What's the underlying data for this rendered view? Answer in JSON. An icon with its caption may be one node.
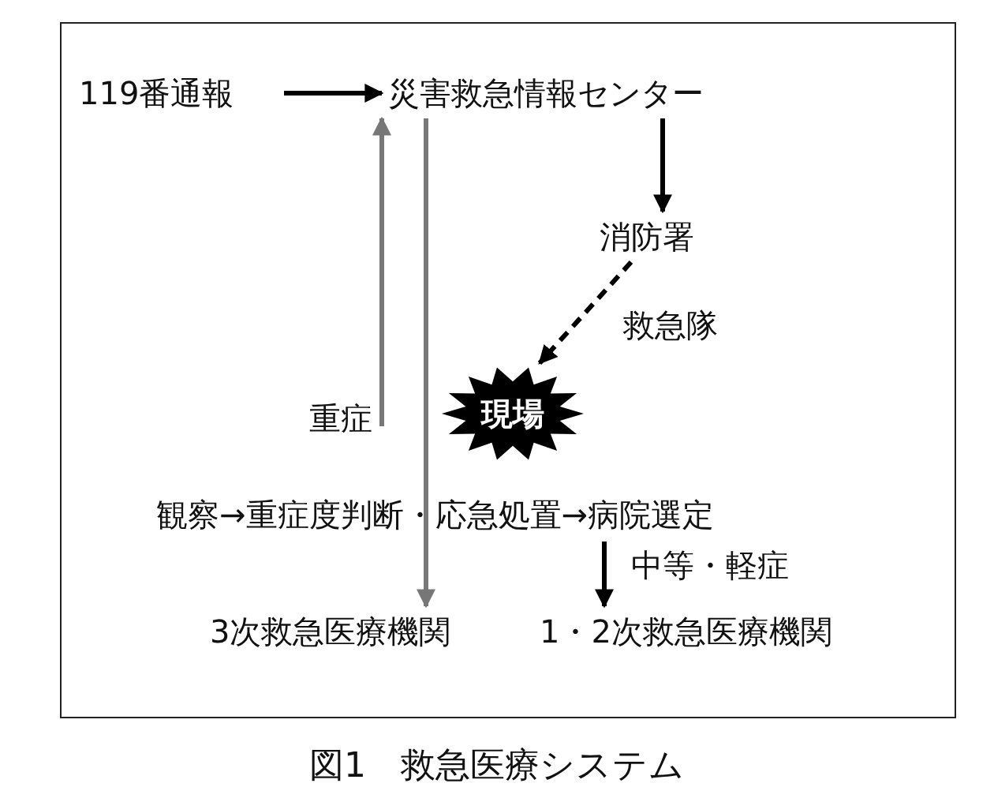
{
  "diagram": {
    "caption": "図1　救急医療システム",
    "nodes": [
      {
        "text": [
          "119番通報"
        ]
      },
      {
        "text": [
          "災害救急情報センター"
        ]
      },
      {
        "text": [
          "消防署"
        ]
      },
      {
        "text": [
          "現場"
        ]
      },
      {
        "text": [
          "観察→重症度判断・応急処置→病院選定"
        ]
      },
      {
        "text": [
          "3次救急医療機関"
        ]
      },
      {
        "text": [
          "1・2次救急医療機関"
        ]
      }
    ],
    "edges": [
      {
        "from": 0,
        "to": 1,
        "arrow": "to"
      },
      {
        "from": 1,
        "to": 2,
        "arrow": "to"
      },
      {
        "from": 2,
        "to": 3,
        "arrow": "to",
        "label": "救急隊",
        "style": "dashed"
      },
      {
        "from": null,
        "to": 1,
        "arrow": "to",
        "label": "重症",
        "color": "#777777"
      },
      {
        "from": 1,
        "to": 5,
        "arrow": "to",
        "color": "#777777"
      },
      {
        "from": 4,
        "to": 6,
        "arrow": "to",
        "label": "中等・軽症"
      }
    ]
  }
}
